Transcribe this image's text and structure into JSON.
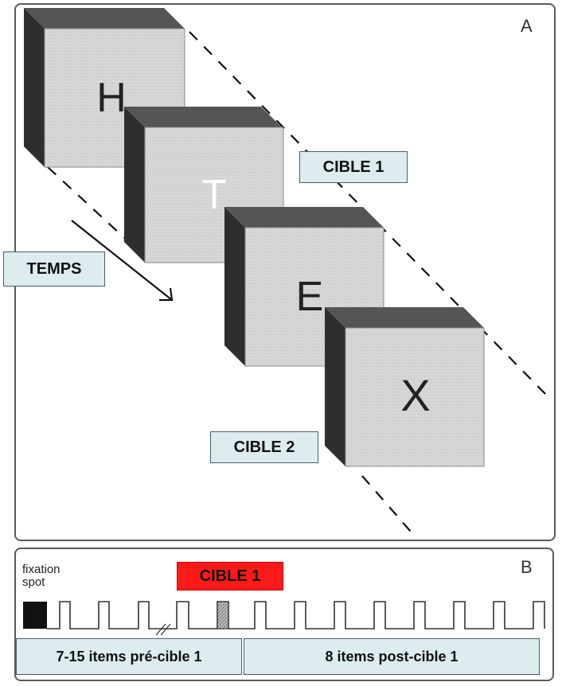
{
  "panel_a": {
    "letter": "A",
    "time_label": "TEMPS",
    "target1_label": "CIBLE 1",
    "target2_label": "CIBLE 2",
    "cards": [
      {
        "glyph": "H",
        "role": "distractor"
      },
      {
        "glyph": "T",
        "role": "target1"
      },
      {
        "glyph": "E",
        "role": "distractor"
      },
      {
        "glyph": "X",
        "role": "target2"
      }
    ]
  },
  "panel_b": {
    "letter": "B",
    "fixation_label_line1": "fixation",
    "fixation_label_line2": "spot",
    "target1_label": "CIBLE 1",
    "pre_label": "7-15 items pré-cible 1",
    "post_label": "8 items post-cible 1"
  },
  "colors": {
    "label_fill": "#dcecef",
    "highlight_red": "#ff1a1a",
    "card_face": "#d4d4d4",
    "card_side": "#3c3c3c"
  }
}
